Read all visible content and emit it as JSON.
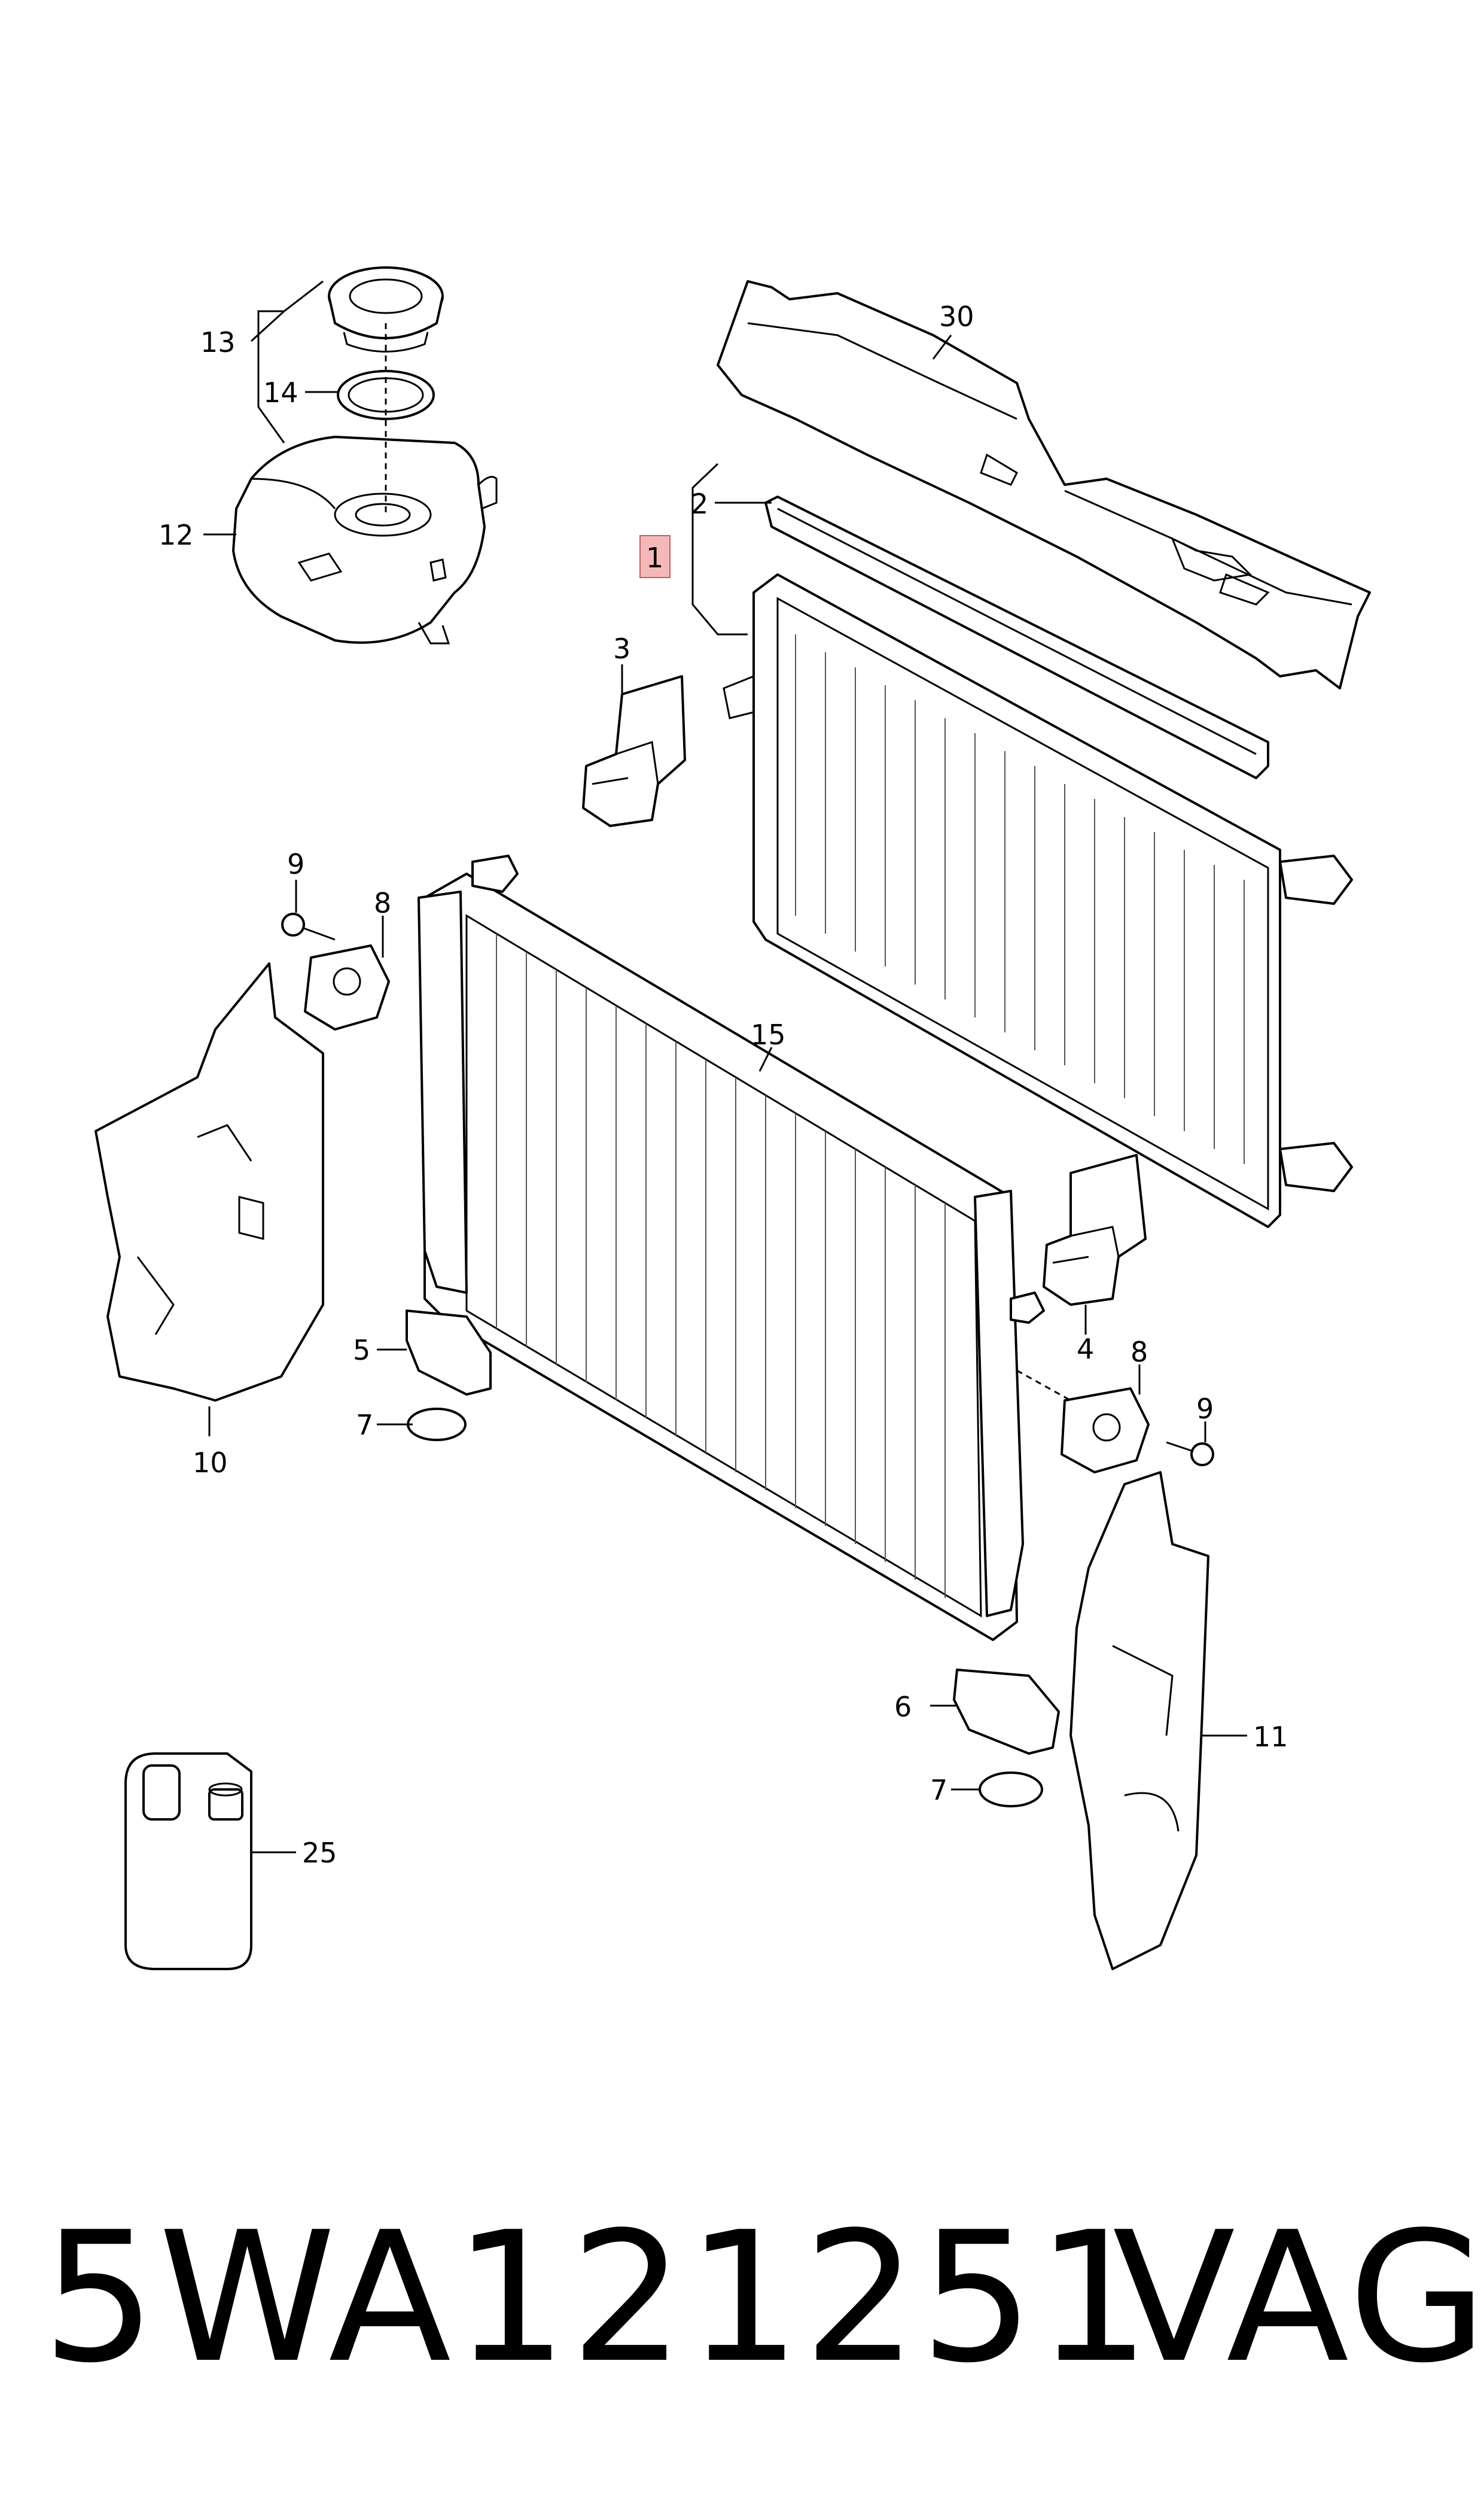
{
  "diagram": {
    "callouts": {
      "c1": "1",
      "c2": "2",
      "c3": "3",
      "c4": "4",
      "c5": "5",
      "c6": "6",
      "c7a": "7",
      "c7b": "7",
      "c8a": "8",
      "c8b": "8",
      "c9a": "9",
      "c9b": "9",
      "c10": "10",
      "c11": "11",
      "c12": "12",
      "c13": "13",
      "c14": "14",
      "c15": "15",
      "c25": "25",
      "c30": "30"
    },
    "highlight_color": "#f4b8b8"
  },
  "footer": {
    "part_number": "5WA121251",
    "brand": "VAG"
  }
}
